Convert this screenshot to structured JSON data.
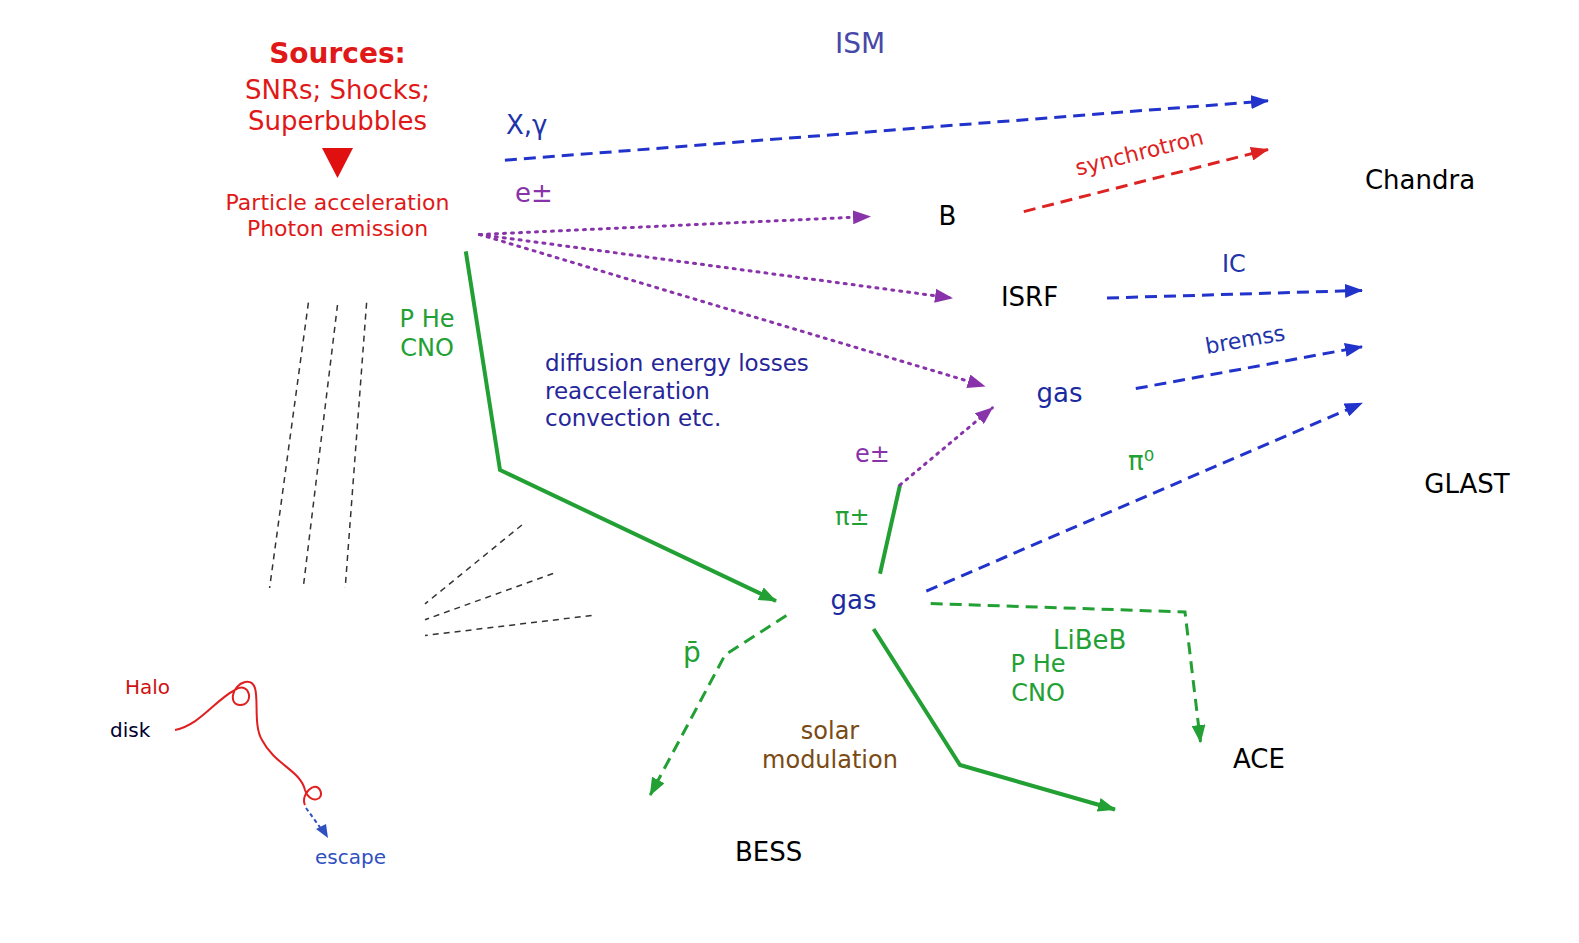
{
  "diagram": {
    "nodes": [
      {
        "text": [
          "Sources:",
          "SNRs; Shocks; Superbubbles",
          "Particle acceleration Photon emission"
        ]
      },
      {
        "text": [
          "ISM",
          "diffusion energy losses reacceleration convection etc."
        ]
      },
      {
        "text": [
          "B"
        ],
        "in": 1
      },
      {
        "text": [
          "ISRF"
        ],
        "in": 1
      },
      {
        "text": [
          "gas"
        ],
        "in": 1
      },
      {
        "text": [
          "gas"
        ],
        "in": 1
      },
      {
        "text": [
          "solar modulation"
        ]
      },
      {
        "text": [
          "Chandra"
        ]
      },
      {
        "text": [
          "GLAST"
        ]
      },
      {
        "text": [
          "BESS"
        ]
      },
      {
        "text": [
          "ACE"
        ]
      },
      {
        "text": [
          "escape"
        ]
      },
      {
        "text": [
          "Halo"
        ],
        "in": 11
      },
      {
        "text": [
          "disk"
        ],
        "in": 12
      }
    ],
    "edges": [
      {
        "from": 0,
        "to": 7,
        "label": "X,γ",
        "arrow": "to"
      },
      {
        "from": 0,
        "to": 2,
        "label": "e±",
        "arrow": "to"
      },
      {
        "from": 0,
        "to": 3,
        "arrow": "to"
      },
      {
        "from": 0,
        "to": 4,
        "arrow": "to"
      },
      {
        "from": 2,
        "to": 7,
        "label": "synchrotron",
        "arrow": "to"
      },
      {
        "from": 3,
        "to": 8,
        "label": "IC",
        "arrow": "to"
      },
      {
        "from": 4,
        "to": 8,
        "label": "bremss",
        "arrow": "to"
      },
      {
        "from": 0,
        "to": 5,
        "label": "P He CNO",
        "arrow": "to"
      },
      {
        "from": 5,
        "to": 4,
        "label": "π±",
        "arrow": "to"
      },
      {
        "from": 5,
        "to": 8,
        "label": "π⁰",
        "arrow": "to"
      },
      {
        "from": 5,
        "to": 9,
        "label": "p̄",
        "arrow": "to"
      },
      {
        "from": 5,
        "to": 10,
        "label": "LiBeB",
        "arrow": "to"
      },
      {
        "from": 5,
        "to": 10,
        "label": "P He CNO",
        "arrow": "to"
      },
      {
        "from": 0,
        "to": 11,
        "arrow": "none"
      },
      {
        "from": 1,
        "to": 11,
        "arrow": "none"
      }
    ],
    "labels": [
      "e±"
    ]
  }
}
